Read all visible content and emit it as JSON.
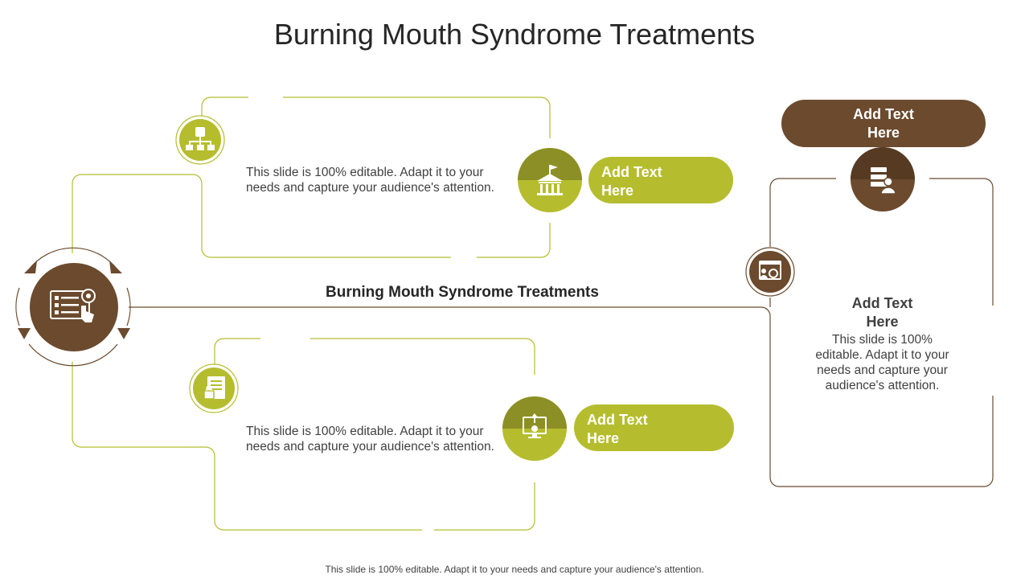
{
  "page": {
    "title": "Burning Mouth Syndrome Treatments",
    "center_label": "Burning Mouth Syndrome Treatments",
    "footer": "This slide is 100% editable. Adapt it to your needs and capture your audience's attention."
  },
  "hub": {
    "icon": "checklist-touch-icon"
  },
  "branches": [
    {
      "icon": "hierarchy-icon",
      "node_icon": "government-building-icon",
      "label": "Add Text Here",
      "description": "This slide is 100% editable. Adapt it to your needs and capture your audience's attention."
    },
    {
      "icon": "file-lock-icon",
      "node_icon": "computer-upload-icon",
      "label": "Add Text Here",
      "description": "This slide is 100% editable. Adapt it to your needs and capture your audience's attention."
    }
  ],
  "right_panel": {
    "pill_label": "Add Text Here",
    "node_icon": "server-user-icon",
    "side_icon": "browser-analytics-icon",
    "heading": "Add Text Here",
    "description": "This slide is 100% editable. Adapt it to your needs and capture your audience's attention."
  },
  "colors": {
    "green": "#b5bd2e",
    "dark_green": "#8c8f25",
    "brown": "#6b4a2e",
    "dark_brown": "#563a22",
    "line": "#b5bd2e"
  }
}
